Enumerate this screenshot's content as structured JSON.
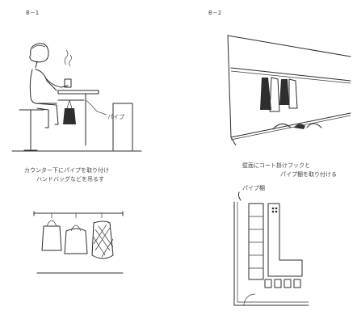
{
  "labels": {
    "b1": "B－1",
    "b2": "B－2",
    "pipe": "パイプ",
    "caption_b1_line1": "カウンター下にパイプを取り付け",
    "caption_b1_line2": "ハンドバッグなどを吊るす",
    "caption_b2_line1": "壁面にコート掛けフックと",
    "caption_b2_line2": "パイプ棚を取り付ける",
    "pipe_shelf": "パイプ棚"
  }
}
